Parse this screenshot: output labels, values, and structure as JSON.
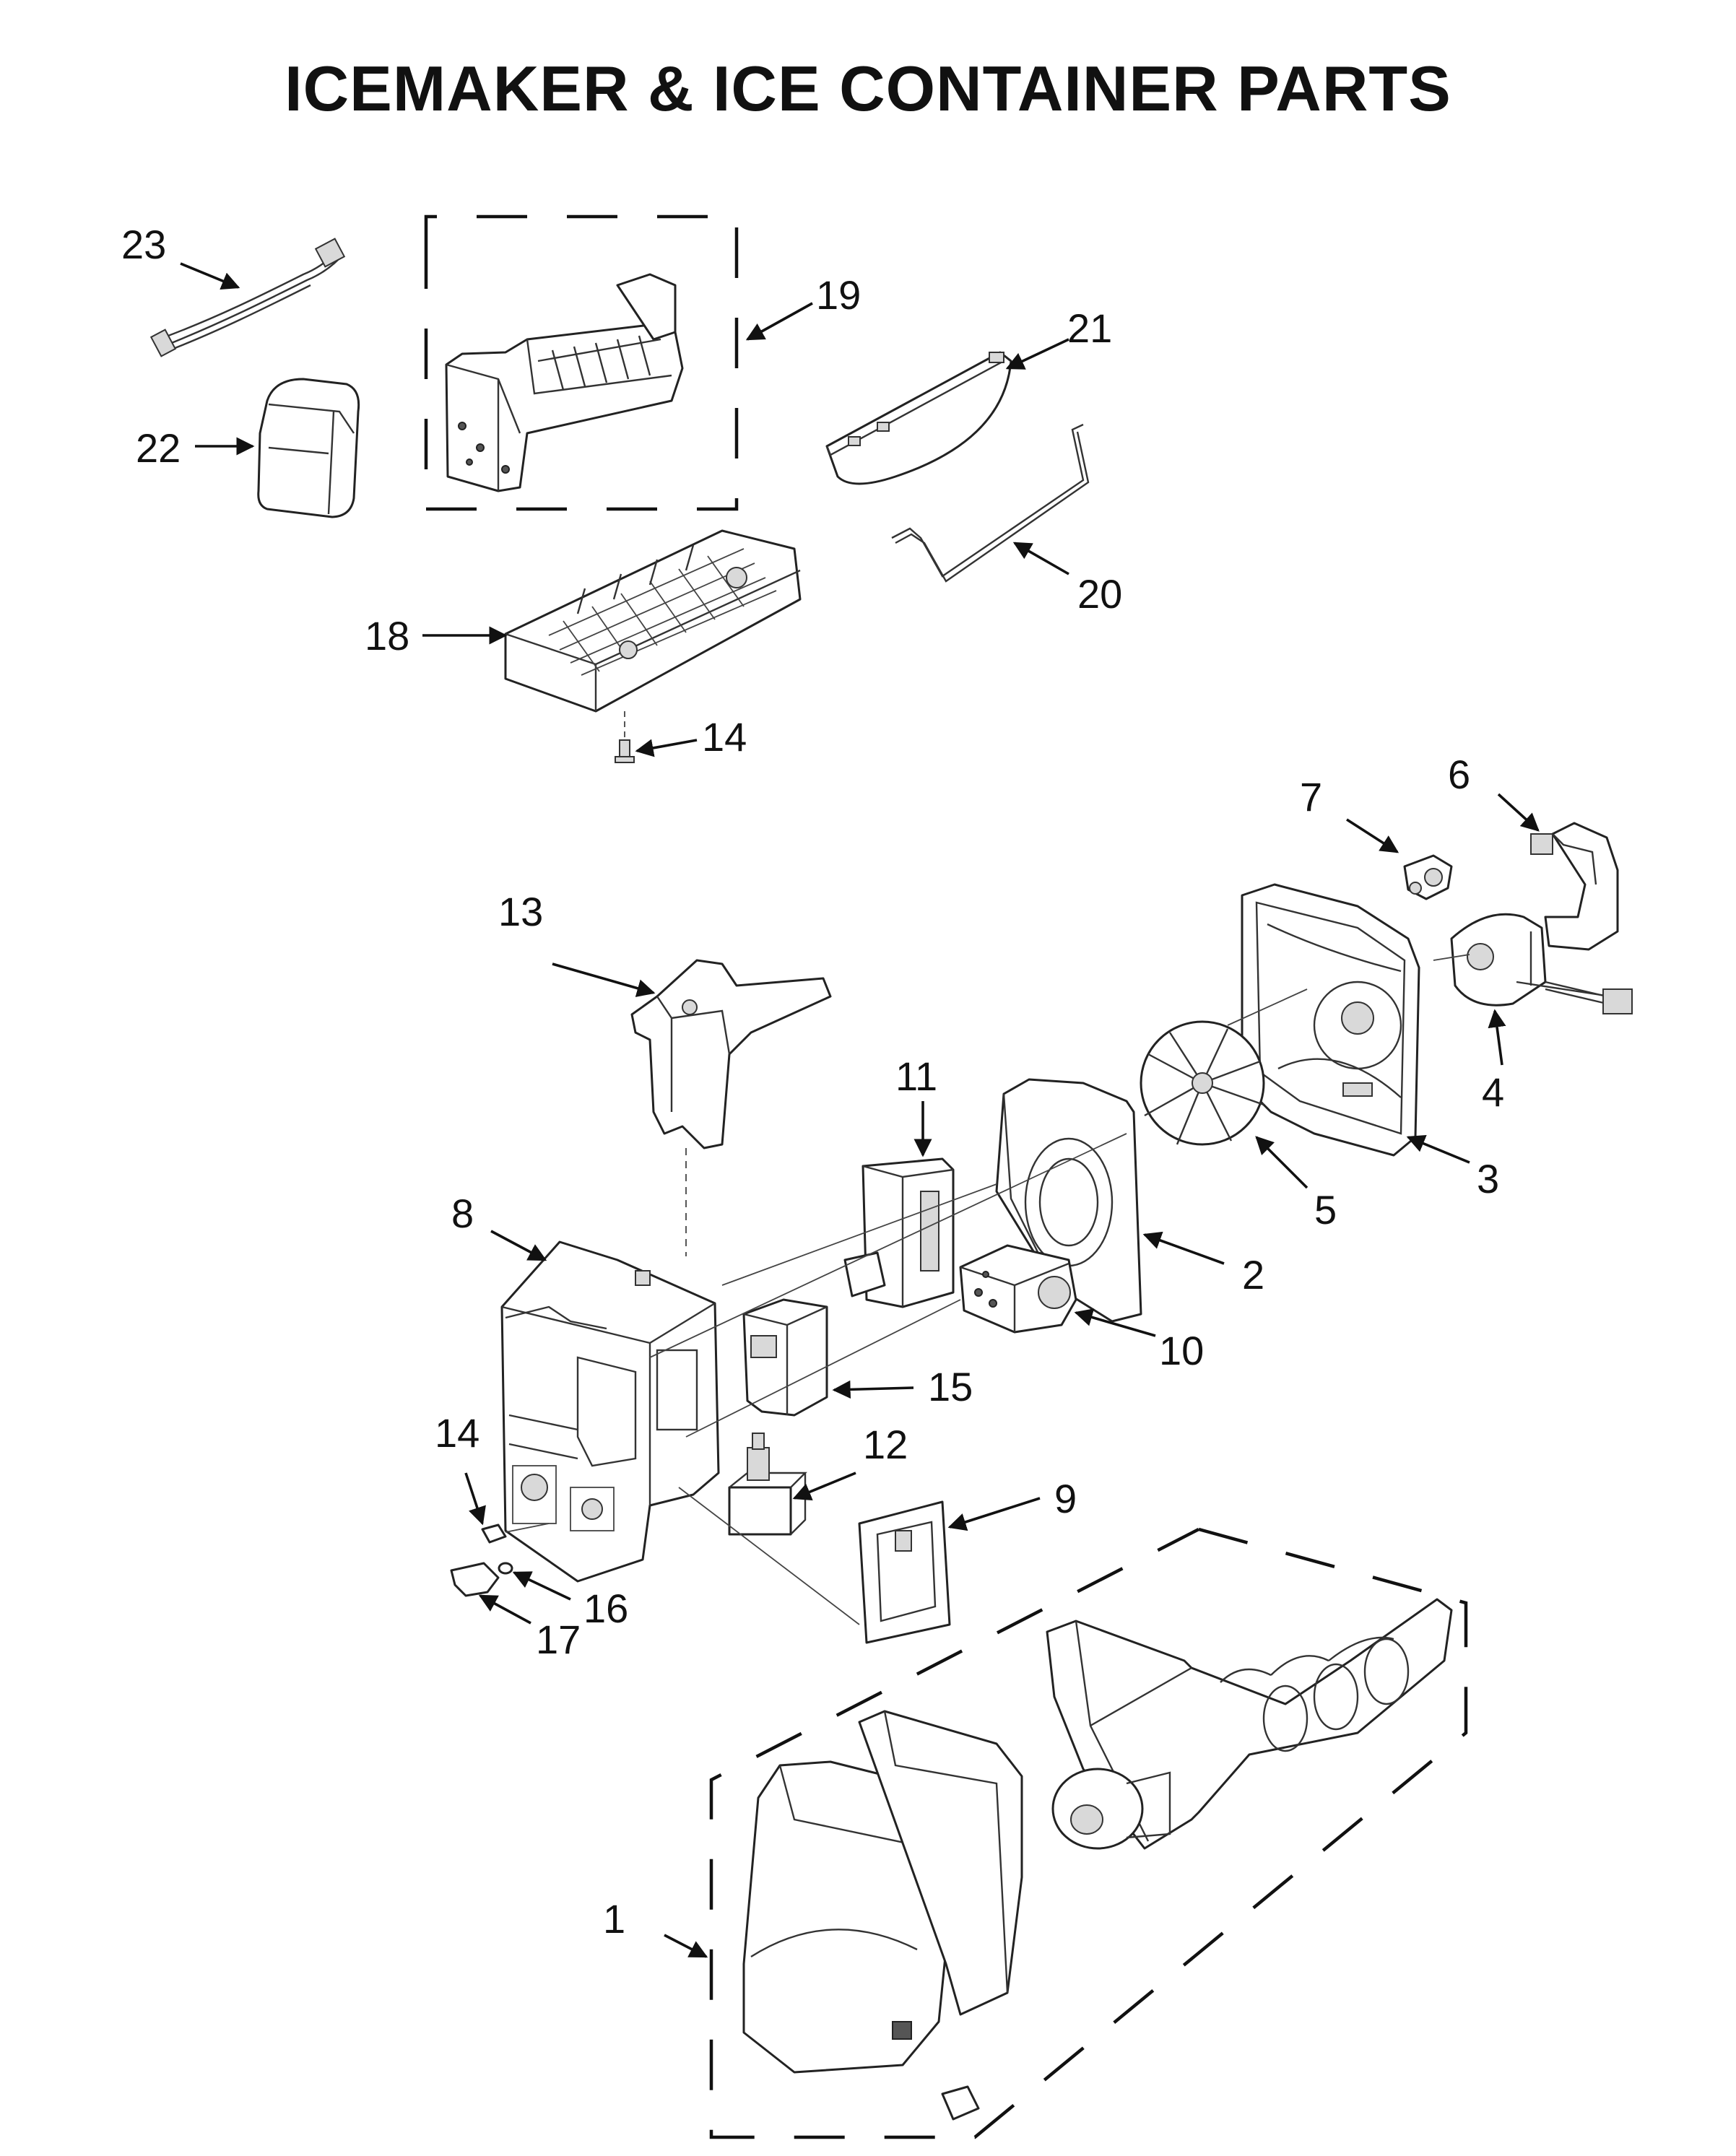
{
  "title": "ICEMAKER & ICE CONTAINER PARTS",
  "callouts": {
    "c1": "1",
    "c2": "2",
    "c3": "3",
    "c4": "4",
    "c5": "5",
    "c6": "6",
    "c7": "7",
    "c8": "8",
    "c9": "9",
    "c10": "10",
    "c11": "11",
    "c12": "12",
    "c13": "13",
    "c14a": "14",
    "c14b": "14",
    "c15": "15",
    "c16": "16",
    "c17": "17",
    "c18": "18",
    "c19": "19",
    "c20": "20",
    "c21": "21",
    "c22": "22",
    "c23": "23"
  },
  "colors": {
    "line": "#111111",
    "paper": "#ffffff",
    "shade": "#d9d9d9"
  }
}
